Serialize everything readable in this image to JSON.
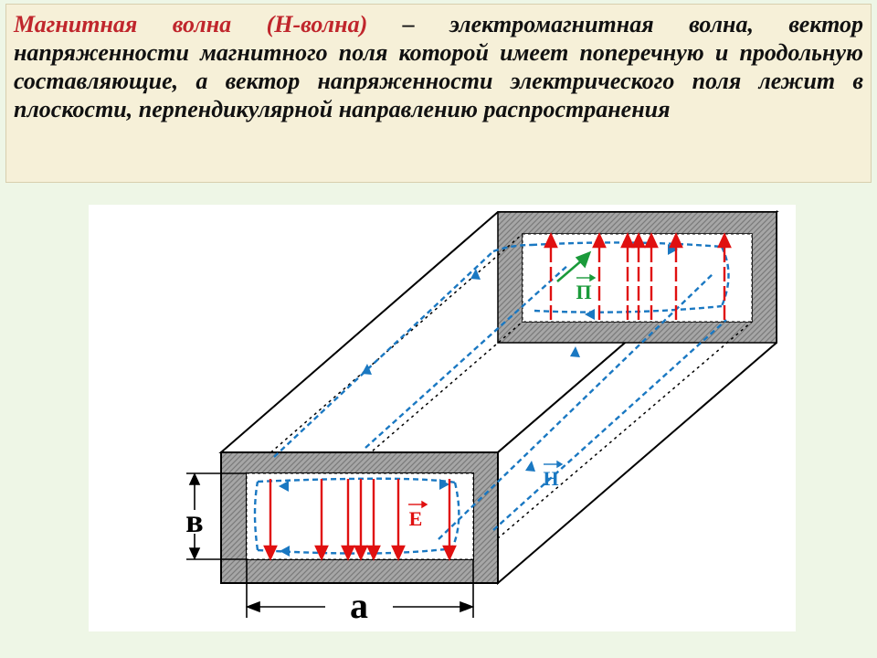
{
  "definition": {
    "term": "Магнитная волна (Н-волна)",
    "body": " – электромагнитная волна, вектор напряженности магнитного поля которой имеет поперечную и продольную составляющие, а вектор напряженности электрического поля лежит в плоскости, перпендикулярной направлению распространения"
  },
  "diagram": {
    "labels": {
      "height": "в",
      "width": "а",
      "e_vector": "Е",
      "h_vector": "Н",
      "poynting": "П"
    },
    "colors": {
      "wall_fill": "#9a9a9a",
      "outline": "#000000",
      "e_field": "#e01010",
      "h_field": "#1a78c2",
      "poynting": "#1a9a3a",
      "background": "#eef6e6"
    }
  }
}
